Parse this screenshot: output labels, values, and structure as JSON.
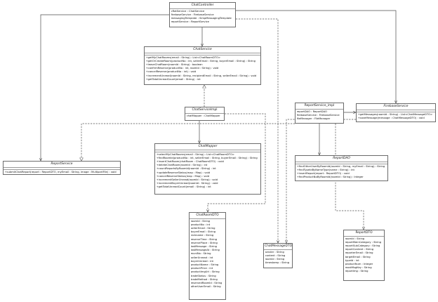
{
  "classes": {
    "ChatController": {
      "name": "ChatController",
      "attrs": [
        "cRatService : ChatService",
        "firebaseService : FirebaseService",
        "messagingTemplate : SimpMessagingTemplate",
        "reportService : ReportService"
      ],
      "methods": []
    },
    "ChatService": {
      "name": "ChatService",
      "attrs": [],
      "methods": [
        "+getMyChatRooms(email : String) : List<ChatRoomDTO>",
        "+getOrCreateRoom(productNo : int, sellerEmail : String, buyerEmail : String) : String",
        "+leaveChatRoom(roomId : String) : boolean",
        "+confirmReserve(productNo : int, roomId : String) : void",
        "+cancelReserve(productNo : int) : void",
        "+incrementUnread(roomId : String, recipientEmail : String, sellerEmail : String) : void",
        "+getTotalUnreadCount(email : String) : int"
      ]
    },
    "ChatServiceImpl": {
      "name": "ChatServiceImpl",
      "attrs": [
        "chatMapper : ChatMapper"
      ],
      "methods": []
    },
    "ReportService_impl": {
      "name": "ReportService_impl",
      "attrs": [
        "reportDAO : ReportDAO",
        "firebaseService : FirebaseService",
        "fileManager : FileManager"
      ],
      "methods": []
    },
    "FirebaseService": {
      "name": "FirebaseService",
      "attrs": [],
      "methods": [
        "+getMessages(roomId : String) : List<ChatMessageDTO>",
        "+saveMessage(message : ChatMessageDTO) : void"
      ]
    },
    "ReportService": {
      "name": "ReportService",
      "attrs": [],
      "methods": [
        "+submitChatReport(report : ReportDTO, myEmail : String, image : MultipartFile) : void"
      ]
    },
    "ChatMapper": {
      "name": "ChatMapper",
      "attrs": [],
      "methods": [
        "+selectMyChatRooms(email : String) : List<ChatRoomDTO>",
        "+findRoomId(productNo : int, sellerEmail : String, buyerEmail : String) : String",
        "+insertChatRoom(chatRoom : ChatRoomDTO) : void",
        "+deleteChatRoom(roomId : String) : int",
        "+countReportsByRoomId(roomId : String) : int",
        "+updateReserveStatus(map : Map) : void",
        "+cancelReserveStatus(map : Map) : void",
        "+incrementSellerUnread(roomId : String) : void",
        "+incrementBuyerUnread(roomId : String) : void",
        "+getTotalUnreadCount(email : String) : int"
      ]
    },
    "ReportDAO": {
      "name": "ReportDAO",
      "attrs": [],
      "methods": [
        "+findOtherUserByRoomId(roomId : String, myEmail : String) : String",
        "+findTypeIdByNameType(name : String) : int",
        "+insertReport(report : ReportDTO) : void",
        "+findProductNoByRoomId(roomId : String) : Integer"
      ]
    },
    "ChatRoomDTO": {
      "name": "ChatRoomDTO",
      "attrs": [
        "roomId : String",
        "productNo : int",
        "sellerEmail : String",
        "buyerEmail : String",
        "nickname : String",
        "reserveTime : String",
        "reservePlace : String",
        "lastMessage : String",
        "lastMessageAt : String",
        "muniNo : String",
        "sellerUnread : int",
        "buyerUnread : int",
        "productName : String",
        "productPrice : int",
        "productImgUrl : String",
        "tradeStatus : String",
        "tradeMethod : String",
        "reservedRoomId : String",
        "otherUserEmail : String"
      ],
      "methods": []
    },
    "ChatMessageDTO": {
      "name": "ChatMessageDTO",
      "attrs": [
        "sender : String",
        "content : String",
        "roomId : String",
        "timestamp : String"
      ],
      "methods": []
    },
    "ReportDTO": {
      "name": "ReportDTO",
      "attrs": [
        "roomId : String",
        "reportMainCategory : String",
        "reportSubCategory : String",
        "reportContent : String",
        "reporterEmail : String",
        "targetEmail : String",
        "typeId : int",
        "productNum : Integer",
        "mostMsgKey : String",
        "reportImg : String"
      ],
      "methods": []
    }
  },
  "colors": {
    "line": "#4d4d4d",
    "border": "#6b6b6b",
    "fill": "#ffffff"
  }
}
